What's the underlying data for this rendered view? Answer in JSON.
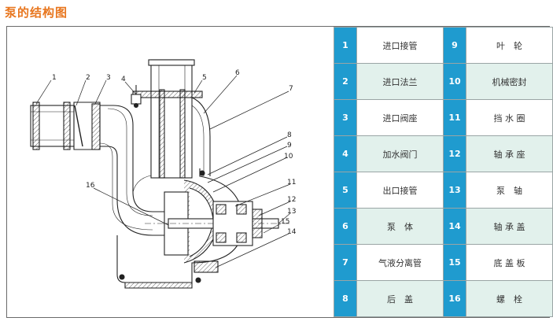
{
  "title": "泵的结构图",
  "callout_numbers": [
    "1",
    "2",
    "3",
    "4",
    "5",
    "6",
    "7",
    "8",
    "9",
    "10",
    "11",
    "12",
    "13",
    "14",
    "15",
    "16"
  ],
  "parts": [
    {
      "num": "1",
      "name": "进口接管"
    },
    {
      "num": "2",
      "name": "进口法兰"
    },
    {
      "num": "3",
      "name": "进口阀座"
    },
    {
      "num": "4",
      "name": "加水阀门"
    },
    {
      "num": "5",
      "name": "出口接管"
    },
    {
      "num": "6",
      "name": "泵　体"
    },
    {
      "num": "7",
      "name": "气液分离管"
    },
    {
      "num": "8",
      "name": "后　盖"
    },
    {
      "num": "9",
      "name": "叶　轮"
    },
    {
      "num": "10",
      "name": "机械密封"
    },
    {
      "num": "11",
      "name": "挡 水 圈"
    },
    {
      "num": "12",
      "name": "轴 承 座"
    },
    {
      "num": "13",
      "name": "泵　轴"
    },
    {
      "num": "14",
      "name": "轴 承 盖"
    },
    {
      "num": "15",
      "name": "底 盖 板"
    },
    {
      "num": "16",
      "name": "螺　栓"
    }
  ],
  "colors": {
    "title": "#e8761e",
    "number_cell": "#1f9bcf",
    "shaded_row": "#e2f1ec"
  }
}
